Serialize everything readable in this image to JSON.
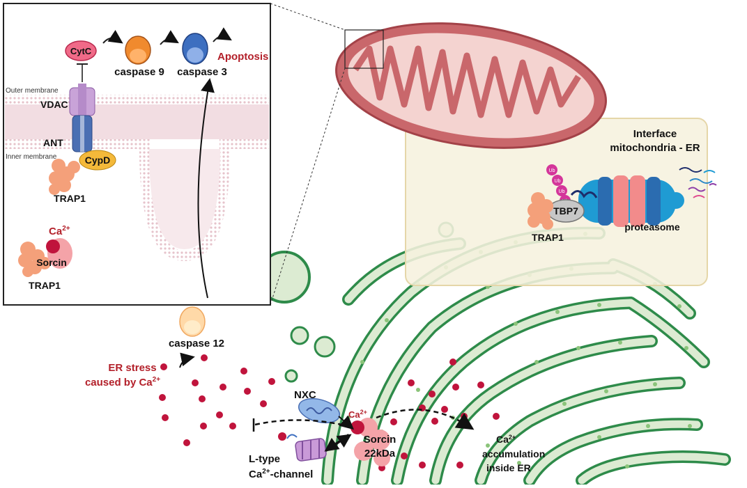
{
  "inset": {
    "cytc": "CytC",
    "caspase9": "caspase 9",
    "caspase3": "caspase 3",
    "apoptosis": "Apoptosis",
    "outer_membrane": "Outer membrane",
    "inner_membrane": "Inner membrane",
    "vdac": "VDAC",
    "ant": "ANT",
    "cypd": "CypD",
    "trap1_top": "TRAP1",
    "ca_top": "Ca",
    "ca_top_sup": "2+",
    "sorcin": "Sorcin",
    "trap1_bottom": "TRAP1"
  },
  "interface": {
    "title_line1": "Interface",
    "title_line2": "mitochondria - ER",
    "ub": "Ub",
    "tbp7": "TBP7",
    "trap1": "TRAP1",
    "proteasome": "proteasome"
  },
  "lower": {
    "caspase12": "caspase 12",
    "er_stress_line1": "ER stress",
    "er_stress_line2": "caused by Ca",
    "er_stress_sup": "2+",
    "nxc": "NXC",
    "ca_er": "Ca",
    "ca_er_sup": "2+",
    "sorcin": "Sorcin",
    "sorcin_size": "22kDa",
    "ltype_line1": "L-type",
    "ltype_line2a": "Ca",
    "ltype_sup": "2+",
    "ltype_line2b": "-channel",
    "accum_ca": "Ca",
    "accum_sup": "2+",
    "accum_line2": "accumulation",
    "accum_line3": "inside ER"
  },
  "colors": {
    "ca": "#c0143c",
    "er_stroke": "#2e8b4a",
    "er_fill": "#dcebd2",
    "mito": "#c9676b",
    "trap1": "#f4a07a",
    "label_red": "#b3202a"
  }
}
